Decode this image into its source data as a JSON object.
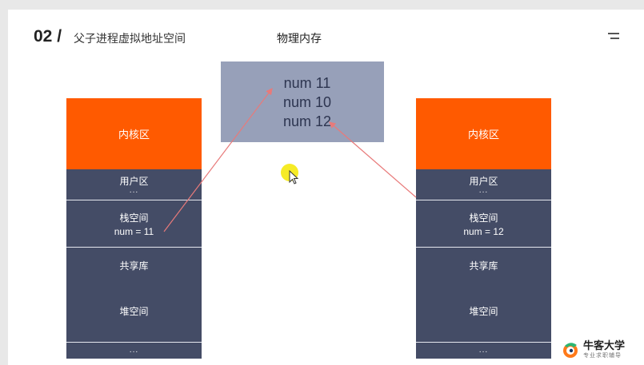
{
  "header": {
    "number": "02 /",
    "title": "父子进程虚拟地址空间"
  },
  "physical_memory": {
    "title": "物理内存",
    "rows": [
      "num 11",
      "num 10",
      "num 12"
    ]
  },
  "left_space": {
    "kernel": "内核区",
    "user": "用户区",
    "user_ellipsis": "...",
    "stack": "栈空间",
    "stack_value": "num = 11",
    "shared": "共享库",
    "heap": "堆空间",
    "tail_ellipsis": "..."
  },
  "right_space": {
    "kernel": "内核区",
    "user": "用户区",
    "user_ellipsis": "...",
    "stack": "栈空间",
    "stack_value": "num = 12",
    "shared": "共享库",
    "heap": "堆空间",
    "tail_ellipsis": "..."
  },
  "logo": {
    "name": "牛客大学",
    "tagline": "专业求职辅导"
  },
  "colors": {
    "kernel": "#ff5a00",
    "segment": "#444c66",
    "physical": "#97a0b9",
    "arrow": "#e87a7a",
    "cursor_highlight": "#f5e800"
  }
}
